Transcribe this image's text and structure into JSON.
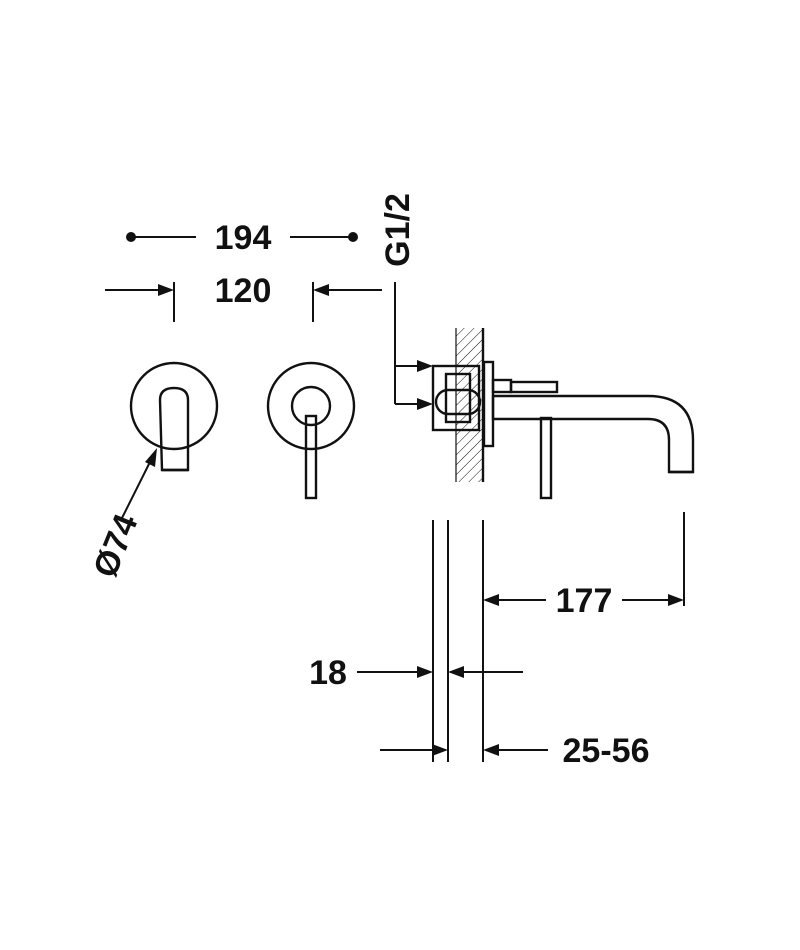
{
  "dimensions": {
    "overall_width": "194",
    "spacing": "120",
    "thread": "G1/2",
    "rosette_diameter": "Ø74",
    "spout_projection": "177",
    "plate_thickness": "18",
    "wall_range": "25-56"
  },
  "colors": {
    "line": "#111111",
    "background": "#ffffff"
  }
}
